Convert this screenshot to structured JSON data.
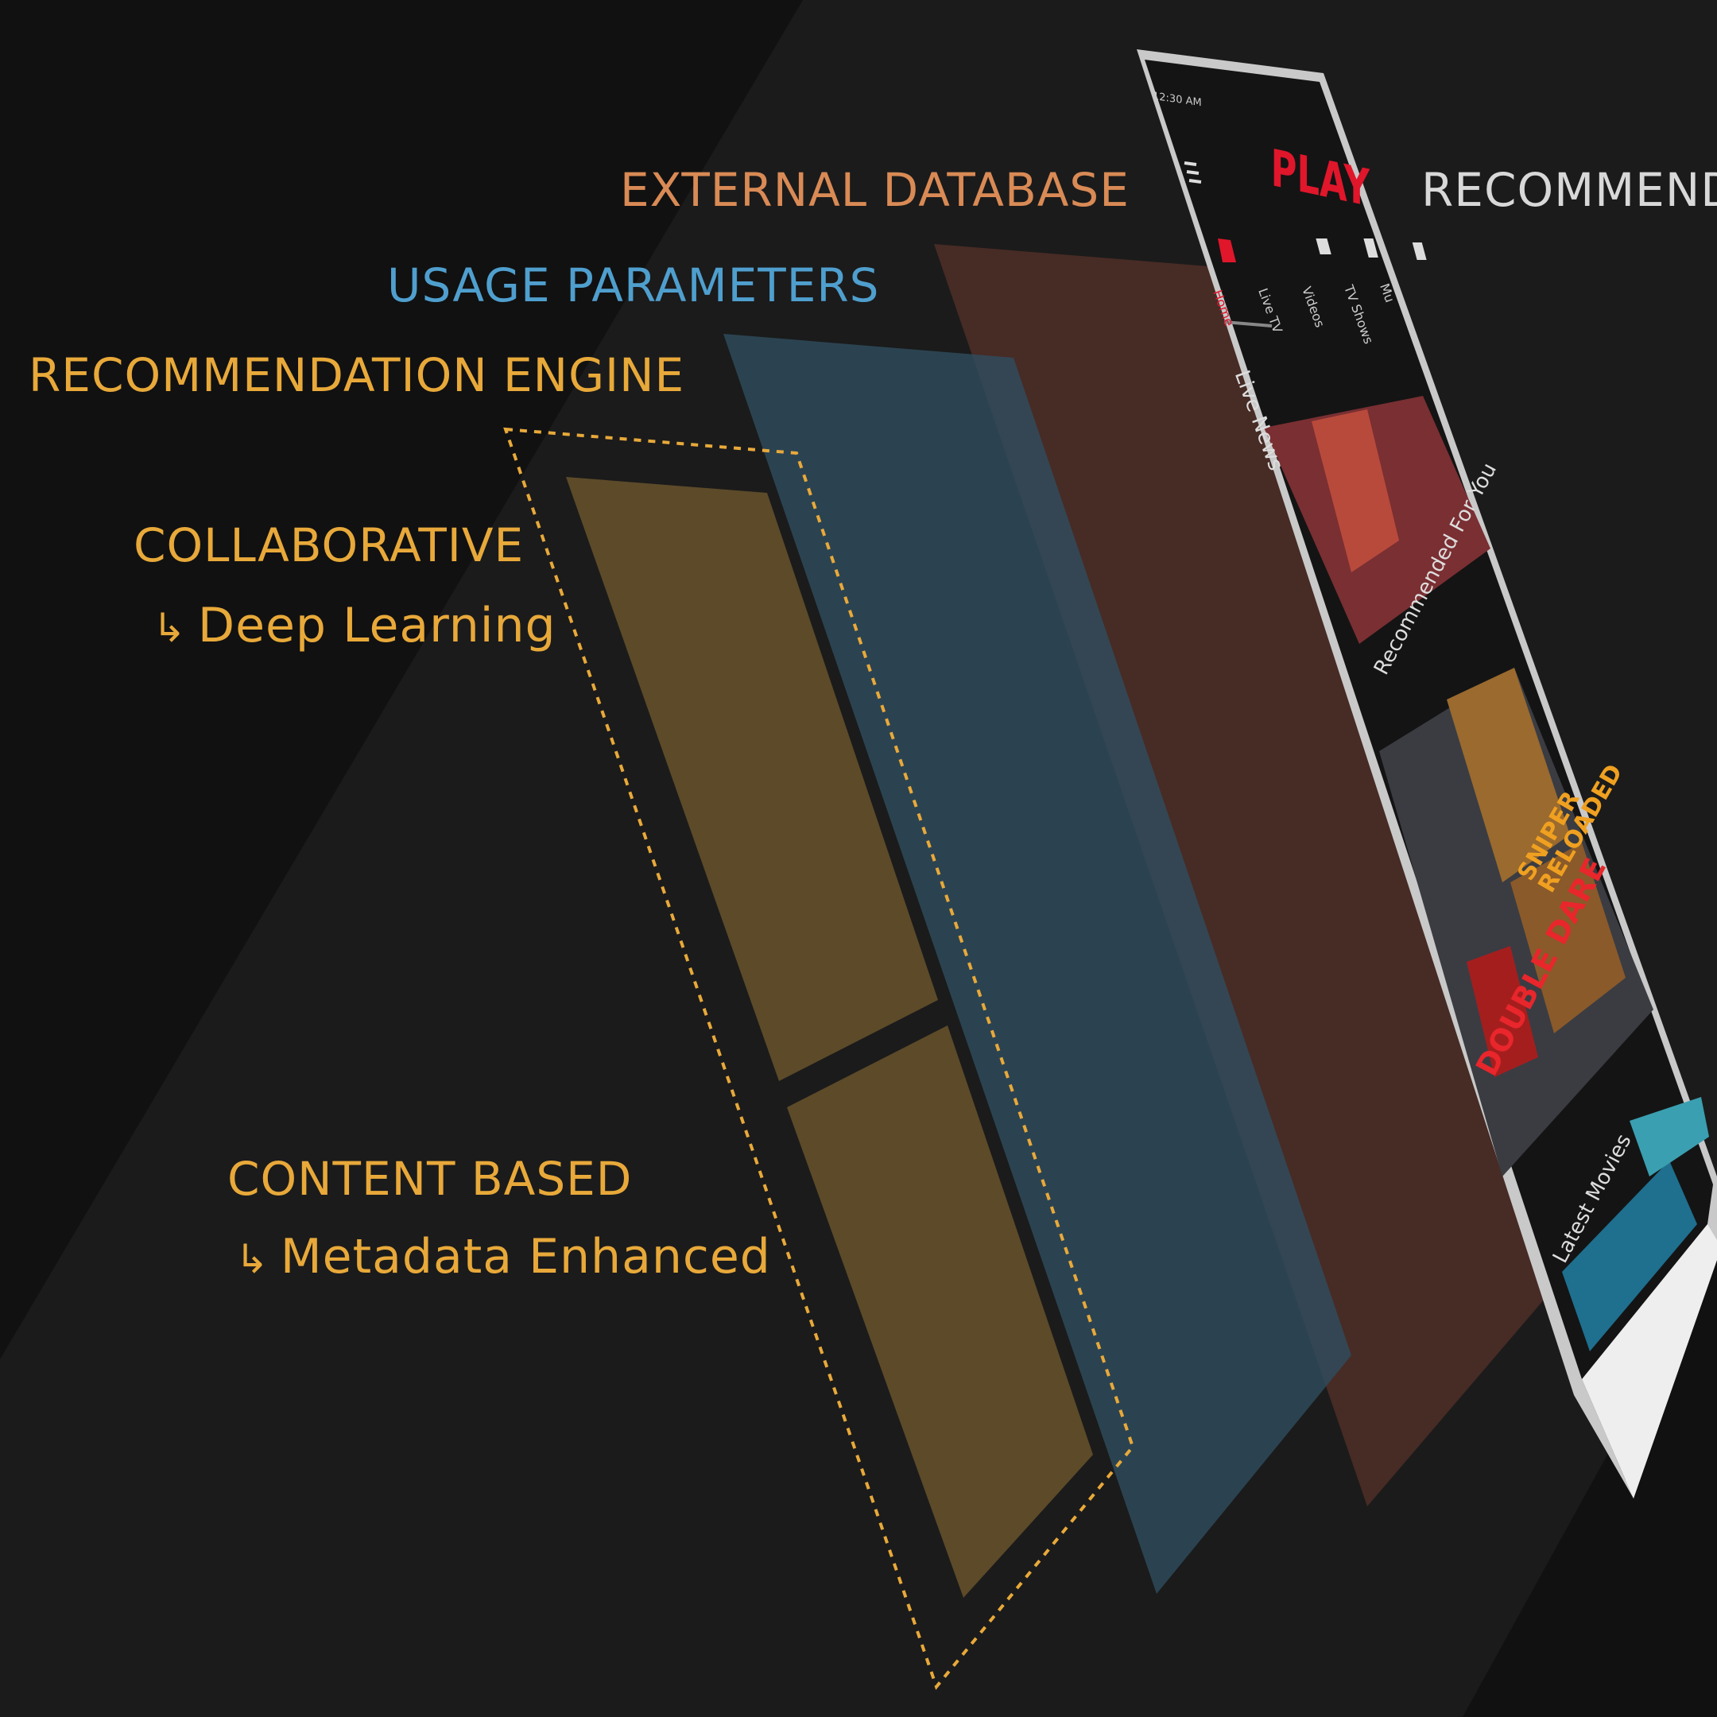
{
  "colors": {
    "background": "#1b1b1b",
    "external": "#d98a55",
    "usage": "#4f9fce",
    "engine": "#e8a93a",
    "right_label": "#d8d8d8",
    "play_red": "#e0162b"
  },
  "labels": {
    "external_database": "EXTERNAL DATABASE",
    "usage_parameters": "USAGE PARAMETERS",
    "recommendation_engine": "RECOMMENDATION ENGINE",
    "collaborative": "COLLABORATIVE",
    "deep_learning": "Deep Learning",
    "content_based": "CONTENT BASED",
    "metadata_enhanced": "Metadata Enhanced",
    "recommend_right": "RECOMMEND"
  },
  "phone": {
    "logo": "PLAY",
    "status_time": "12:30 AM",
    "tabs": [
      "Home",
      "Live TV",
      "Videos",
      "TV Shows",
      "Mu"
    ],
    "sections": [
      "Live News",
      "Recommended For You",
      "Latest Movies"
    ],
    "posters": [
      "SNIPER RELOADED",
      "DOUBLE DARE"
    ]
  }
}
